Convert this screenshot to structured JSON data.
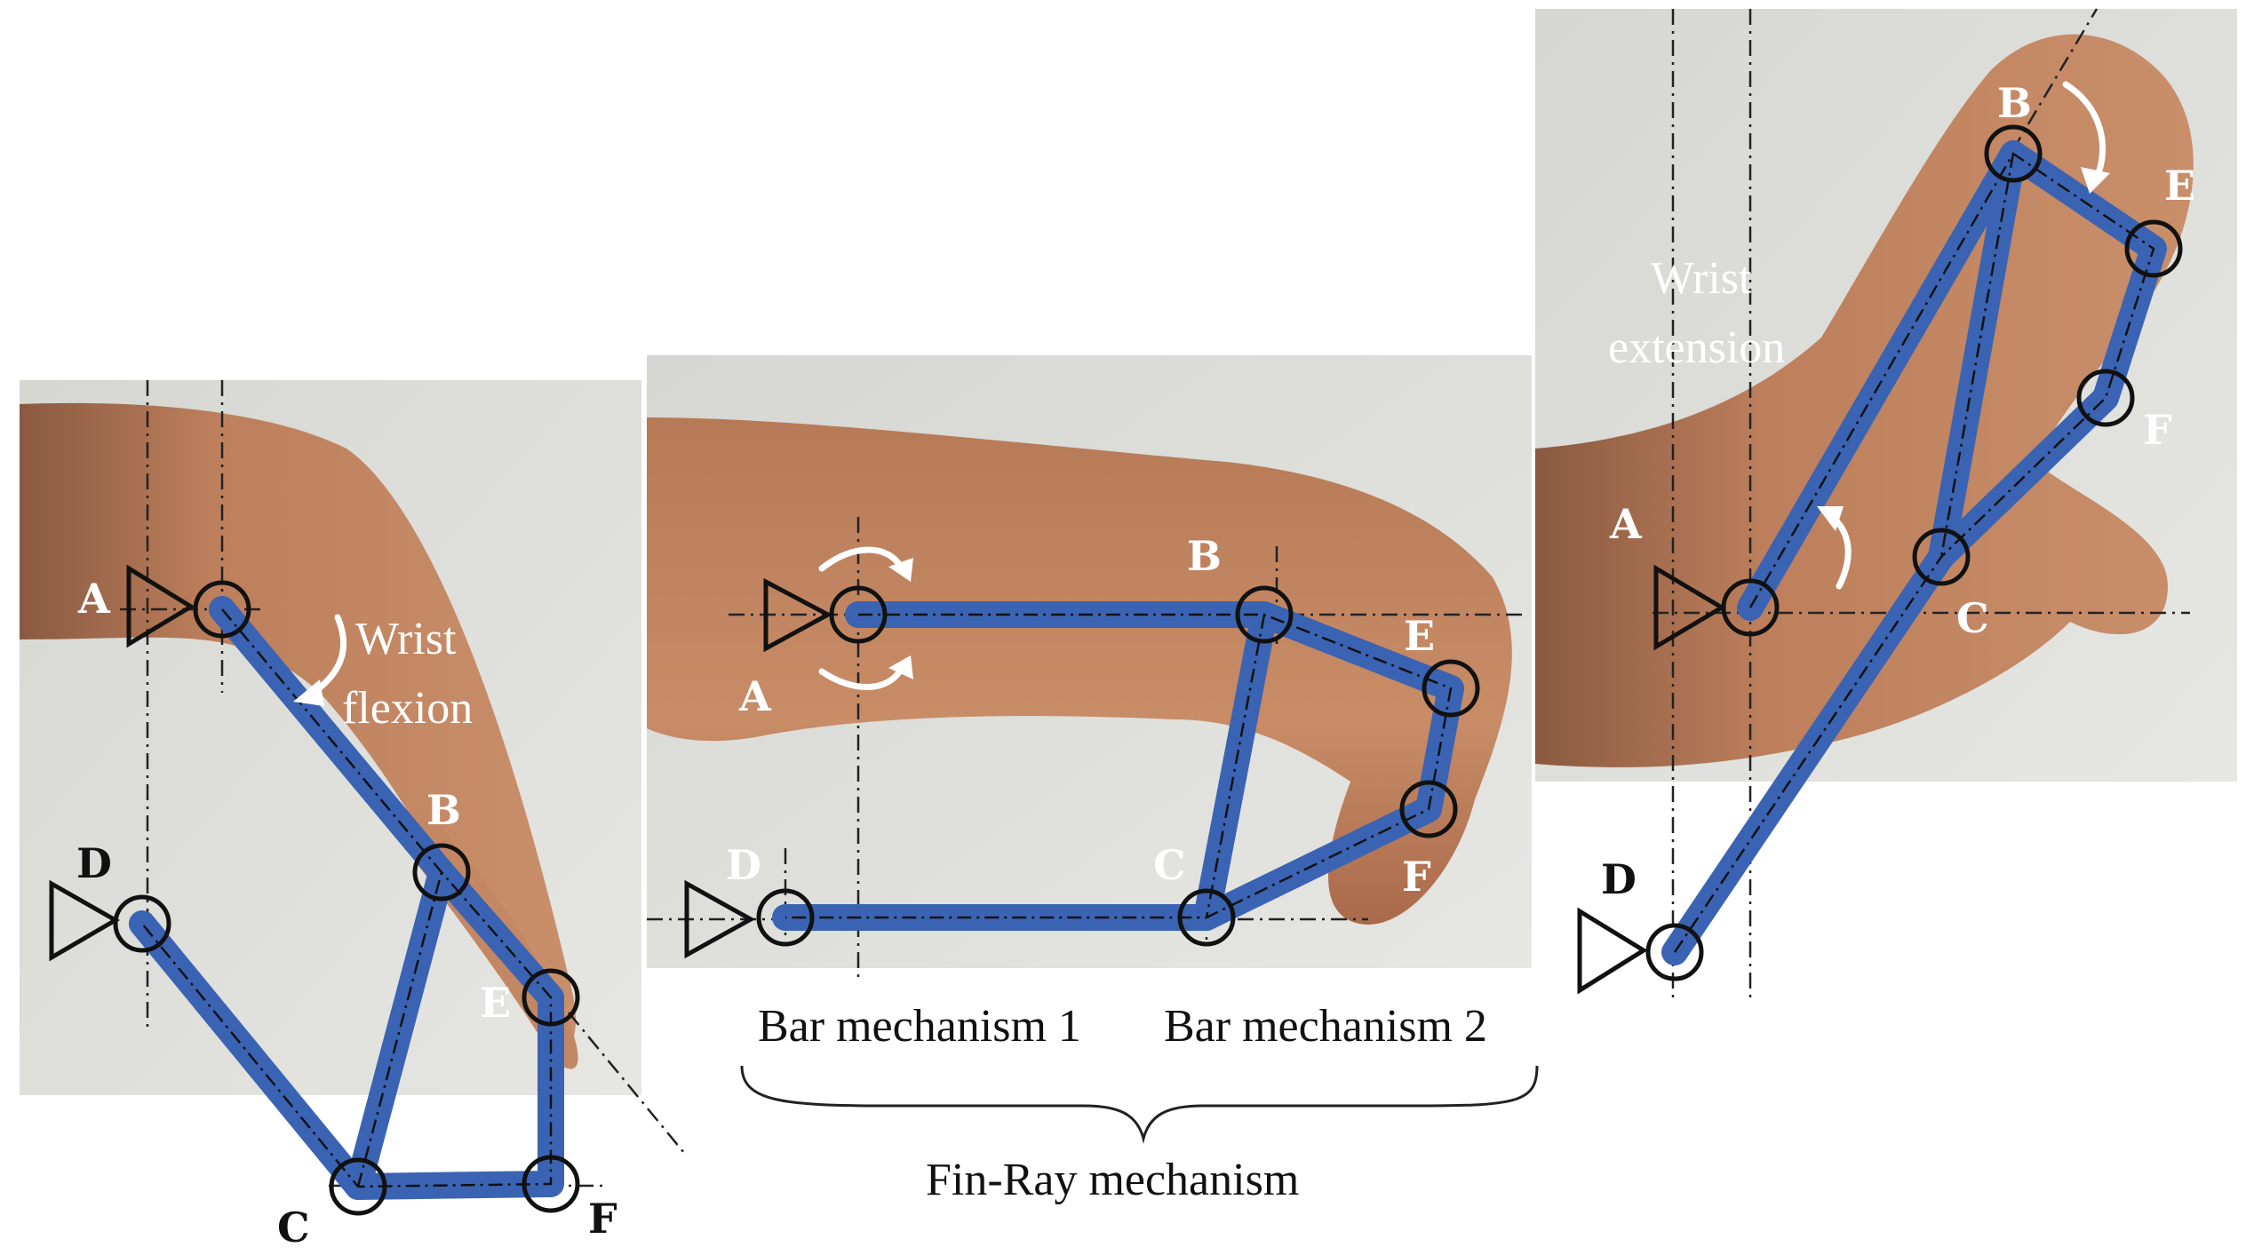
{
  "panels": {
    "flexion": {
      "caption_line1": "Wrist",
      "caption_line2": "flexion",
      "joints": {
        "A": "A",
        "B": "B",
        "C": "C",
        "D": "D",
        "E": "E",
        "F": "F"
      }
    },
    "neutral": {
      "joints": {
        "A": "A",
        "B": "B",
        "C": "C",
        "D": "D",
        "E": "E",
        "F": "F"
      }
    },
    "extension": {
      "caption_line1": "Wrist",
      "caption_line2": "extension",
      "joints": {
        "A": "A",
        "B": "B",
        "C": "C",
        "D": "D",
        "E": "E",
        "F": "F"
      }
    }
  },
  "labels": {
    "bar1": "Bar mechanism 1",
    "bar2": "Bar mechanism 2",
    "finray": "Fin-Ray mechanism"
  },
  "colors": {
    "link": "#3a64b3",
    "skin": "#c98a66",
    "wall": "#dcdcd8"
  },
  "icons": [
    "pivot-triangle-icon",
    "joint-circle-icon",
    "rotation-arrow-icon",
    "brace-icon"
  ]
}
